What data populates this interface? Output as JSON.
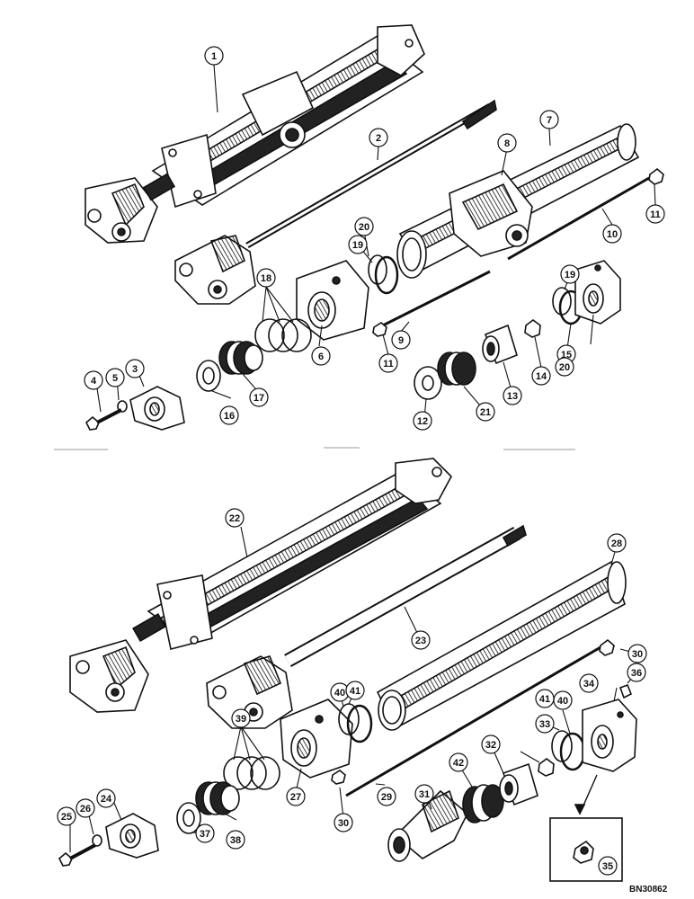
{
  "diagram": {
    "reference_code": "BN30862",
    "callouts_top": [
      "1",
      "2",
      "3",
      "4",
      "5",
      "6",
      "7",
      "8",
      "9",
      "10",
      "11",
      "11",
      "12",
      "13",
      "14",
      "15",
      "16",
      "17",
      "18",
      "19",
      "19",
      "20",
      "20",
      "21"
    ],
    "callouts_bottom": [
      "22",
      "23",
      "24",
      "25",
      "26",
      "27",
      "28",
      "29",
      "30",
      "30",
      "31",
      "32",
      "33",
      "34",
      "35",
      "36",
      "37",
      "38",
      "39",
      "40",
      "40",
      "41",
      "41",
      "42"
    ]
  }
}
